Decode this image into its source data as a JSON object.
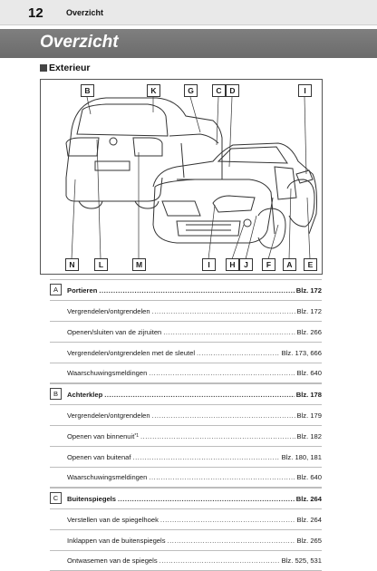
{
  "header": {
    "page_number": "12",
    "running_head": "Overzicht"
  },
  "banner": {
    "title": "Overzicht"
  },
  "section": {
    "title": "Exterieur"
  },
  "figure": {
    "callouts_top": [
      "B",
      "K",
      "G",
      "C",
      "D",
      "I"
    ],
    "callouts_bottom": [
      "N",
      "L",
      "M",
      "I",
      "H",
      "J",
      "F",
      "A",
      "E"
    ]
  },
  "entries": [
    {
      "badge": "A",
      "rows": [
        {
          "text": "Portieren",
          "ref": "Blz. 172",
          "bold": true
        },
        {
          "text": "Vergrendelen/ontgrendelen",
          "ref": "Blz. 172"
        },
        {
          "text": "Openen/sluiten van de zijruiten",
          "ref": "Blz. 266"
        },
        {
          "text": "Vergrendelen/ontgrendelen met de sleutel",
          "ref": "Blz. 173, 666"
        },
        {
          "text": "Waarschuwingsmeldingen",
          "ref": "Blz. 640"
        }
      ]
    },
    {
      "badge": "B",
      "rows": [
        {
          "text": "Achterklep",
          "ref": "Blz. 178",
          "bold": true
        },
        {
          "text": "Vergrendelen/ontgrendelen",
          "ref": "Blz. 179"
        },
        {
          "text": "Openen van binnenuit",
          "sup": "*1",
          "ref": "Blz. 182"
        },
        {
          "text": "Openen van buitenaf",
          "ref": "Blz. 180, 181"
        },
        {
          "text": "Waarschuwingsmeldingen",
          "ref": "Blz. 640"
        }
      ]
    },
    {
      "badge": "C",
      "rows": [
        {
          "text": "Buitenspiegels",
          "ref": "Blz. 264",
          "bold": true
        },
        {
          "text": "Verstellen van de spiegelhoek",
          "ref": "Blz. 264"
        },
        {
          "text": "Inklappen van de buitenspiegels",
          "ref": "Blz. 265"
        },
        {
          "text": "Ontwasemen van de spiegels",
          "ref": "Blz. 525, 531"
        }
      ]
    }
  ]
}
